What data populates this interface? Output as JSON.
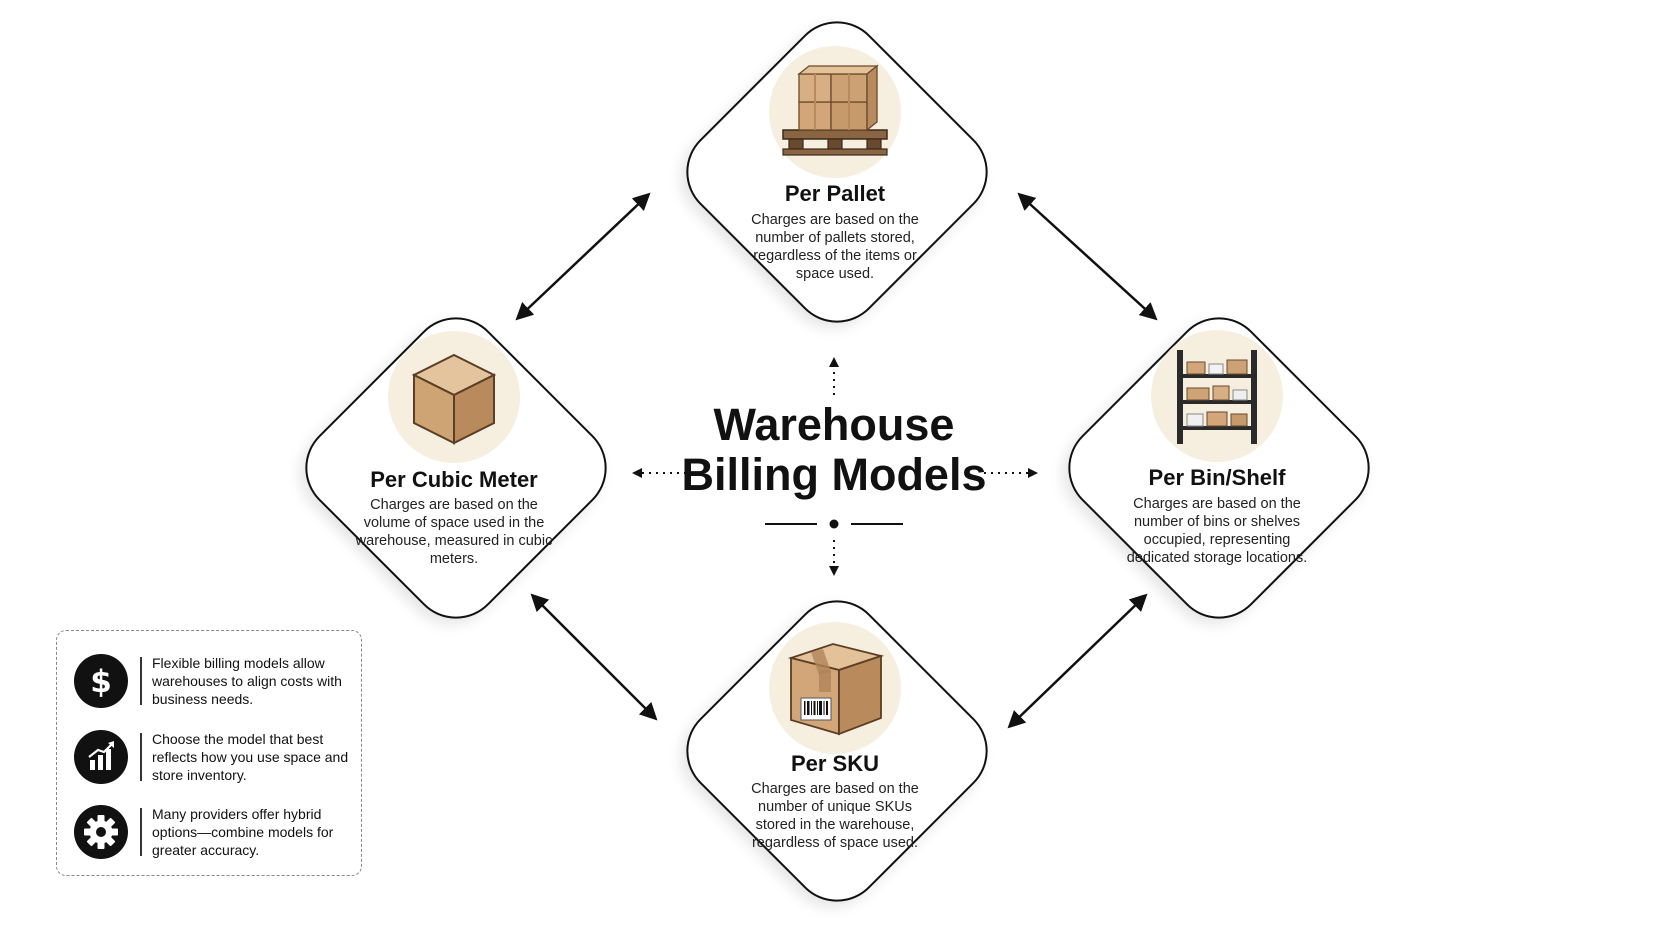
{
  "title": "Warehouse Billing Models",
  "title_line1": "Warehouse",
  "title_line2": "Billing Models",
  "nodes": {
    "per_pallet": {
      "title": "Per Pallet",
      "description": "Charges are based on the number of pallets stored, regardless of the items or space used.",
      "icon": "pallet-boxes-icon"
    },
    "per_cubic_meter": {
      "title": "Per Cubic Meter",
      "description": "Charges are based on the volume of space used in the warehouse, measured in cubic meters.",
      "icon": "cube-box-icon"
    },
    "per_bin_shelf": {
      "title": "Per Bin/Shelf",
      "description": "Charges are based on the number of bins or shelves occupied, representing dedicated storage locations.",
      "icon": "shelf-rack-icon"
    },
    "per_sku": {
      "title": "Per SKU",
      "description": "Charges are based on the number of unique SKUs stored in the warehouse, regardless of space used.",
      "icon": "barcode-box-icon"
    }
  },
  "info_items": [
    {
      "text": "Flexible billing models allow warehouses to align costs with business needs.",
      "icon": "dollar-icon"
    },
    {
      "text": "Choose the model that best reflects how you use space and store inventory.",
      "icon": "growth-chart-icon"
    },
    {
      "text": "Many providers offer hybrid options—combine models for greater accuracy.",
      "icon": "gear-icon"
    }
  ],
  "colors": {
    "ink": "#111111",
    "icon_backdrop": "#f6eedf",
    "cardboard": "#d2a679",
    "cardboard_dark": "#b98a5c",
    "wood": "#7a5a3e"
  }
}
